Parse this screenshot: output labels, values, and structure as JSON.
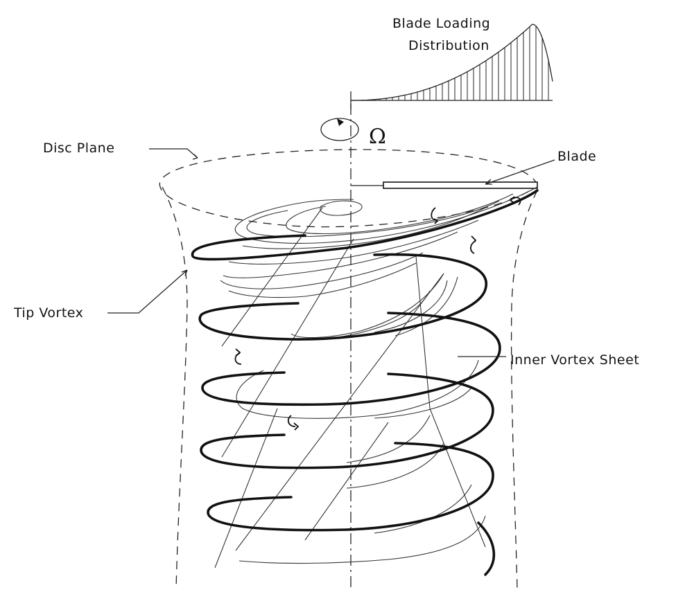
{
  "labels": {
    "blade_loading_line1": "Blade Loading",
    "blade_loading_line2": "Distribution",
    "omega": "Ω",
    "disc_plane": "Disc  Plane",
    "blade": "Blade",
    "tip_vortex": "Tip Vortex",
    "inner_vortex_sheet": "Inner Vortex Sheet"
  }
}
